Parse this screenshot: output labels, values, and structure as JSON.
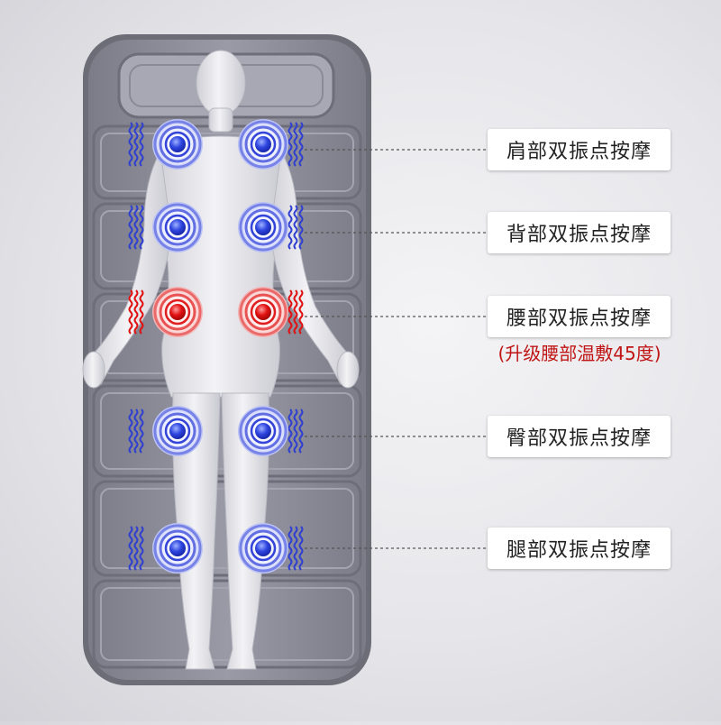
{
  "colors": {
    "mat": "#8e8e9a",
    "figure": "#e9e9ee",
    "vibration_node": "#2f3fd0",
    "heat_node": "#e01010",
    "label_text": "#222222",
    "note_text": "#c01515"
  },
  "zones": [
    {
      "id": "shoulder",
      "label": "肩部双振点按摩",
      "node_type": "vibration"
    },
    {
      "id": "back",
      "label": "背部双振点按摩",
      "node_type": "vibration"
    },
    {
      "id": "waist",
      "label": "腰部双振点按摩",
      "node_type": "heat",
      "note": "(升级腰部温敷45度)"
    },
    {
      "id": "hip",
      "label": "臀部双振点按摩",
      "node_type": "vibration"
    },
    {
      "id": "leg",
      "label": "腿部双振点按摩",
      "node_type": "vibration"
    }
  ]
}
